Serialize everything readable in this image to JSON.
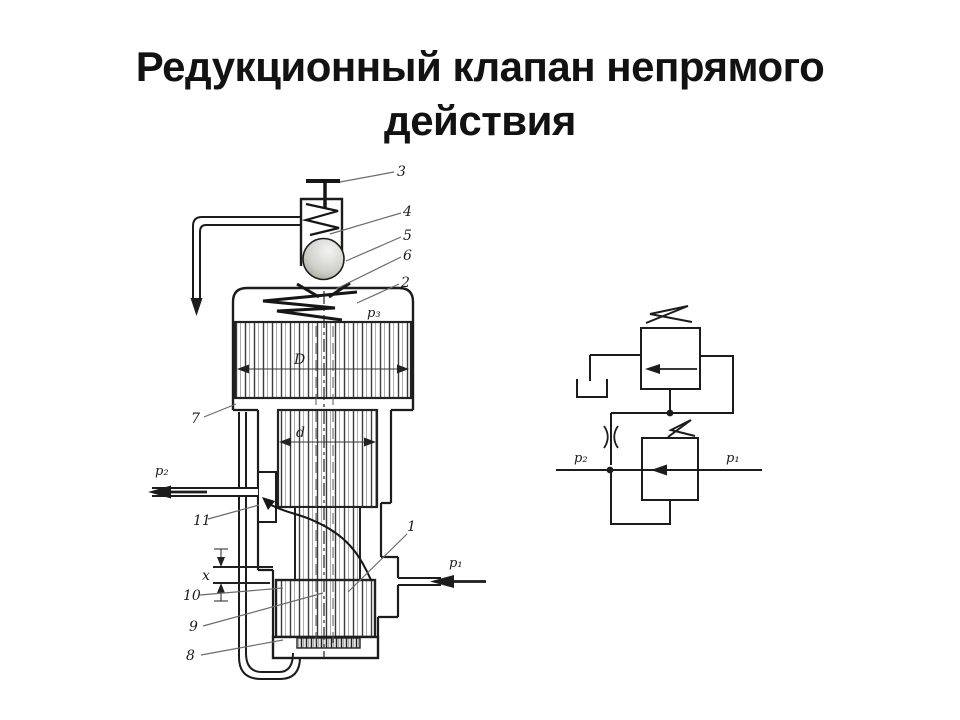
{
  "title": {
    "line1": "Редукционный клапан непрямого",
    "line2": "действия"
  },
  "colors": {
    "background": "#ffffff",
    "ink": "#1c1c1c",
    "leader": "#6b6b6b",
    "hatch_dark": "#3c3c3c",
    "hatch_light": "#999999"
  },
  "fig1": {
    "labels": {
      "n1": "1",
      "n2": "2",
      "n3": "3",
      "n4": "4",
      "n5": "5",
      "n6": "6",
      "n7": "7",
      "n8": "8",
      "n9": "9",
      "n10": "10",
      "n11": "11"
    },
    "dims": {
      "big_diameter": "D",
      "small_diameter": "d",
      "gap": "x"
    },
    "pressures": {
      "p1": "p₁",
      "p2": "p₂",
      "p3": "p₃"
    }
  },
  "fig2": {
    "pressures": {
      "p1": "p₁",
      "p2": "p₂"
    }
  }
}
